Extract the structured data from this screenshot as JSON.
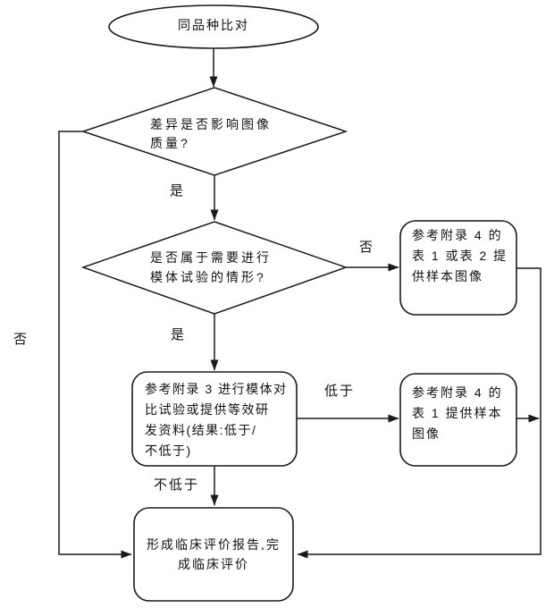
{
  "nodes": {
    "start": {
      "label": "同品种比对"
    },
    "decision_quality": {
      "lines": [
        "差异是否影响图像",
        "质量?"
      ]
    },
    "decision_phantom": {
      "lines": [
        "是否属于需要进行",
        "模体试验的情形?"
      ]
    },
    "box_table12": {
      "lines": [
        "参考附录 4 的",
        "表 1 或表 2 提",
        "供样本图像"
      ]
    },
    "box_phantom_test": {
      "lines": [
        "参考附录 3 进行模体对",
        "比试验或提供等效研",
        "发资料(结果:低于/",
        "不低于)"
      ]
    },
    "box_table1": {
      "lines": [
        "参考附录 4 的",
        "表 1 提供样本",
        "图像"
      ]
    },
    "box_report": {
      "lines": [
        "形成临床评价报告,完",
        "成临床评价"
      ]
    }
  },
  "labels": {
    "yes_quality": "是",
    "yes_phantom": "是",
    "no_phantom": "否",
    "no_quality": "否",
    "lower": "低于",
    "not_lower": "不低于"
  },
  "colors": {
    "line": "#1a1a1a",
    "text": "#111111",
    "background": "#ffffff"
  }
}
